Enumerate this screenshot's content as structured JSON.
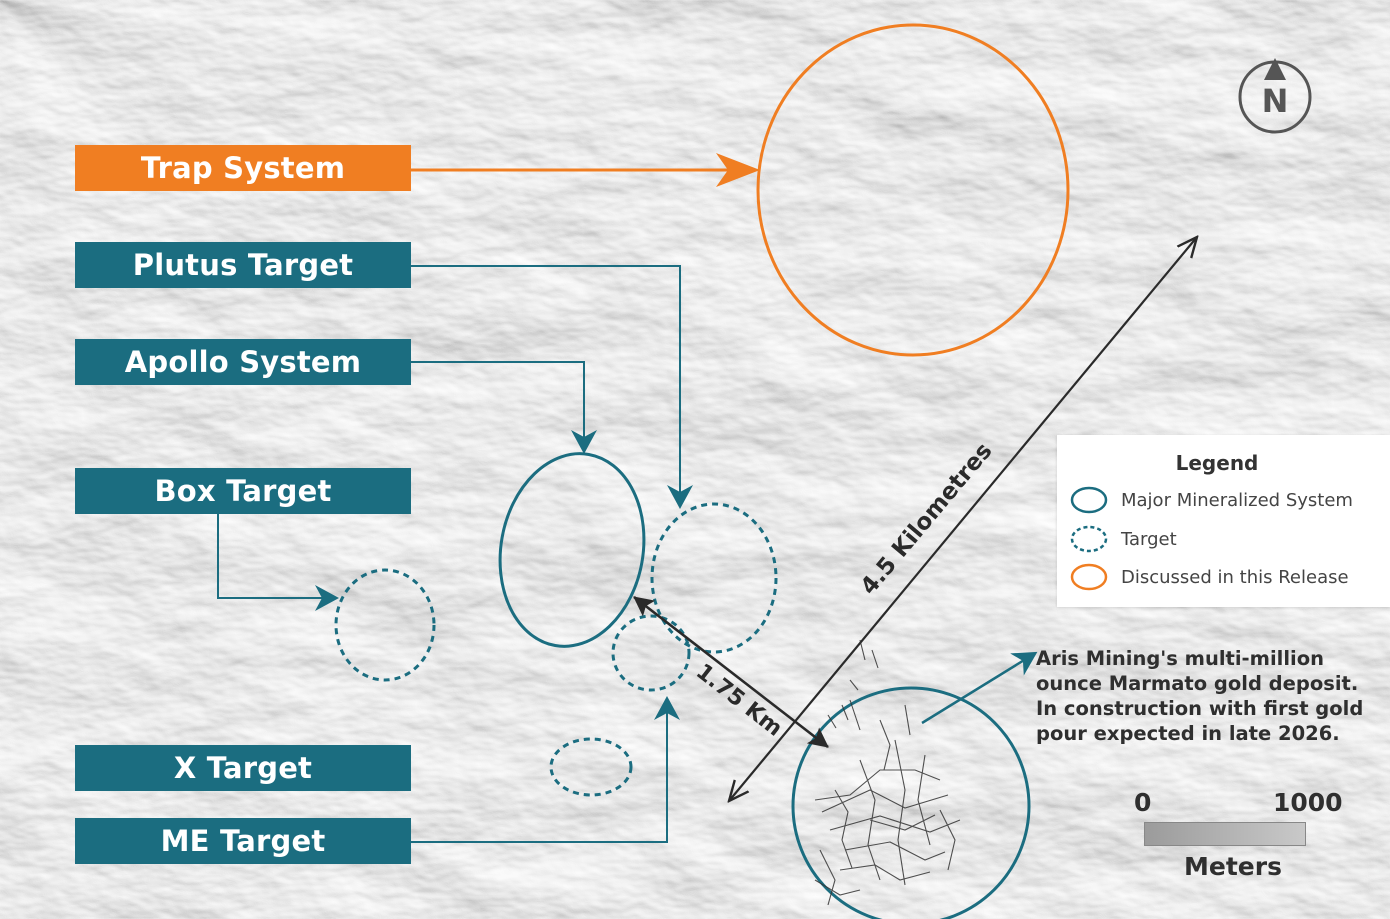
{
  "colors": {
    "teal": "#1b6d80",
    "orange": "#f07e22",
    "dark": "#2a2a2a",
    "legend_bg": "#ffffff"
  },
  "labels": {
    "trap": "Trap System",
    "plutus": "Plutus Target",
    "apollo": "Apollo System",
    "box": "Box Target",
    "x": "X Target",
    "me": "ME Target"
  },
  "compass": {
    "letter": "N",
    "icon": "north-arrow-icon"
  },
  "distances": {
    "long": "4.5 Kilometres",
    "short": "1.75 Km"
  },
  "legend": {
    "title": "Legend",
    "items": [
      {
        "label": "Major Mineralized System",
        "style": "solid",
        "color": "#1b6d80"
      },
      {
        "label": "Target",
        "style": "dashed",
        "color": "#1b6d80"
      },
      {
        "label": "Discussed in this Release",
        "style": "solid",
        "color": "#f07e22"
      }
    ]
  },
  "annotation": {
    "lines": [
      "Aris Mining's multi-million",
      "ounce Marmato gold deposit.",
      "In construction with first gold",
      "pour expected in late 2026."
    ]
  },
  "scale": {
    "min": "0",
    "max": "1000",
    "unit": "Meters"
  }
}
